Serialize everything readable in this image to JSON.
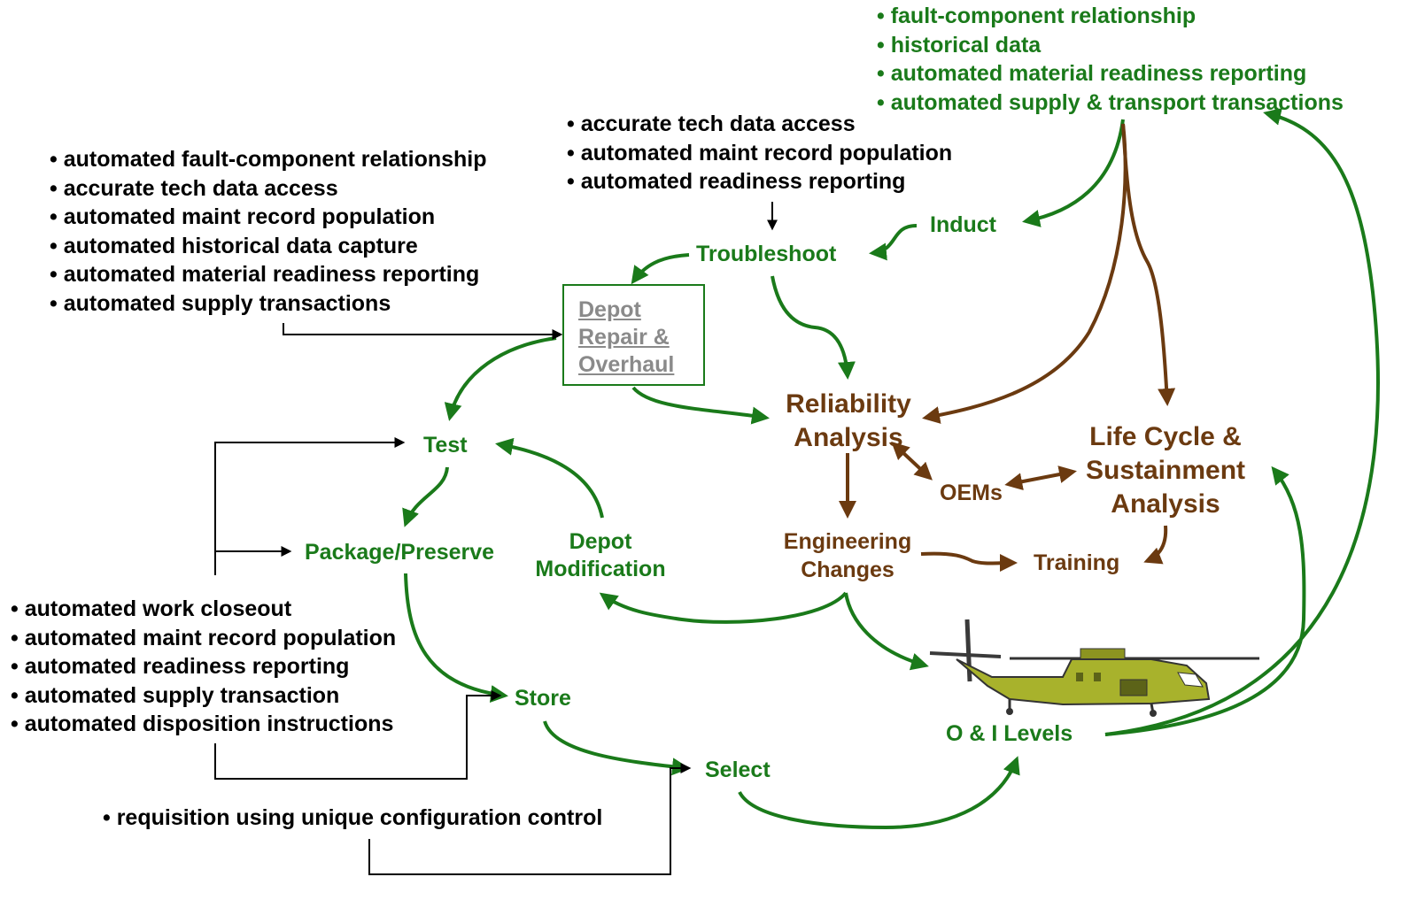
{
  "bullets": {
    "top_right": [
      "fault-component relationship",
      "historical data",
      "automated material readiness reporting",
      "automated supply & transport transactions"
    ],
    "top_middle": [
      "accurate tech data access",
      "automated maint record population",
      "automated readiness reporting"
    ],
    "top_left": [
      "automated fault-component relationship",
      "accurate tech data access",
      "automated maint record population",
      "automated historical data capture",
      "automated material readiness reporting",
      "automated supply transactions"
    ],
    "bottom_left": [
      "automated work closeout",
      "automated maint record population",
      "automated readiness reporting",
      "automated supply transaction",
      "automated disposition instructions"
    ],
    "bottom": [
      "requisition using unique configuration control"
    ]
  },
  "nodes": {
    "induct": "Induct",
    "troubleshoot": "Troubleshoot",
    "depot_repair": [
      "Depot",
      "Repair &",
      "Overhaul"
    ],
    "reliability": [
      "Reliability",
      "Analysis"
    ],
    "lifecycle": [
      "Life Cycle &",
      "Sustainment",
      "Analysis"
    ],
    "oems": "OEMs",
    "test": "Test",
    "package": "Package/Preserve",
    "depot_mod": [
      "Depot",
      "Modification"
    ],
    "eng_changes": [
      "Engineering",
      "Changes"
    ],
    "training": "Training",
    "store": "Store",
    "select": "Select",
    "oi_levels": "O & I Levels"
  },
  "colors": {
    "green": "#1a7a1a",
    "brown": "#6b3a10",
    "black": "#000000",
    "helicopter": "#a8b22c"
  },
  "icons": {
    "helicopter": "helicopter-icon"
  }
}
